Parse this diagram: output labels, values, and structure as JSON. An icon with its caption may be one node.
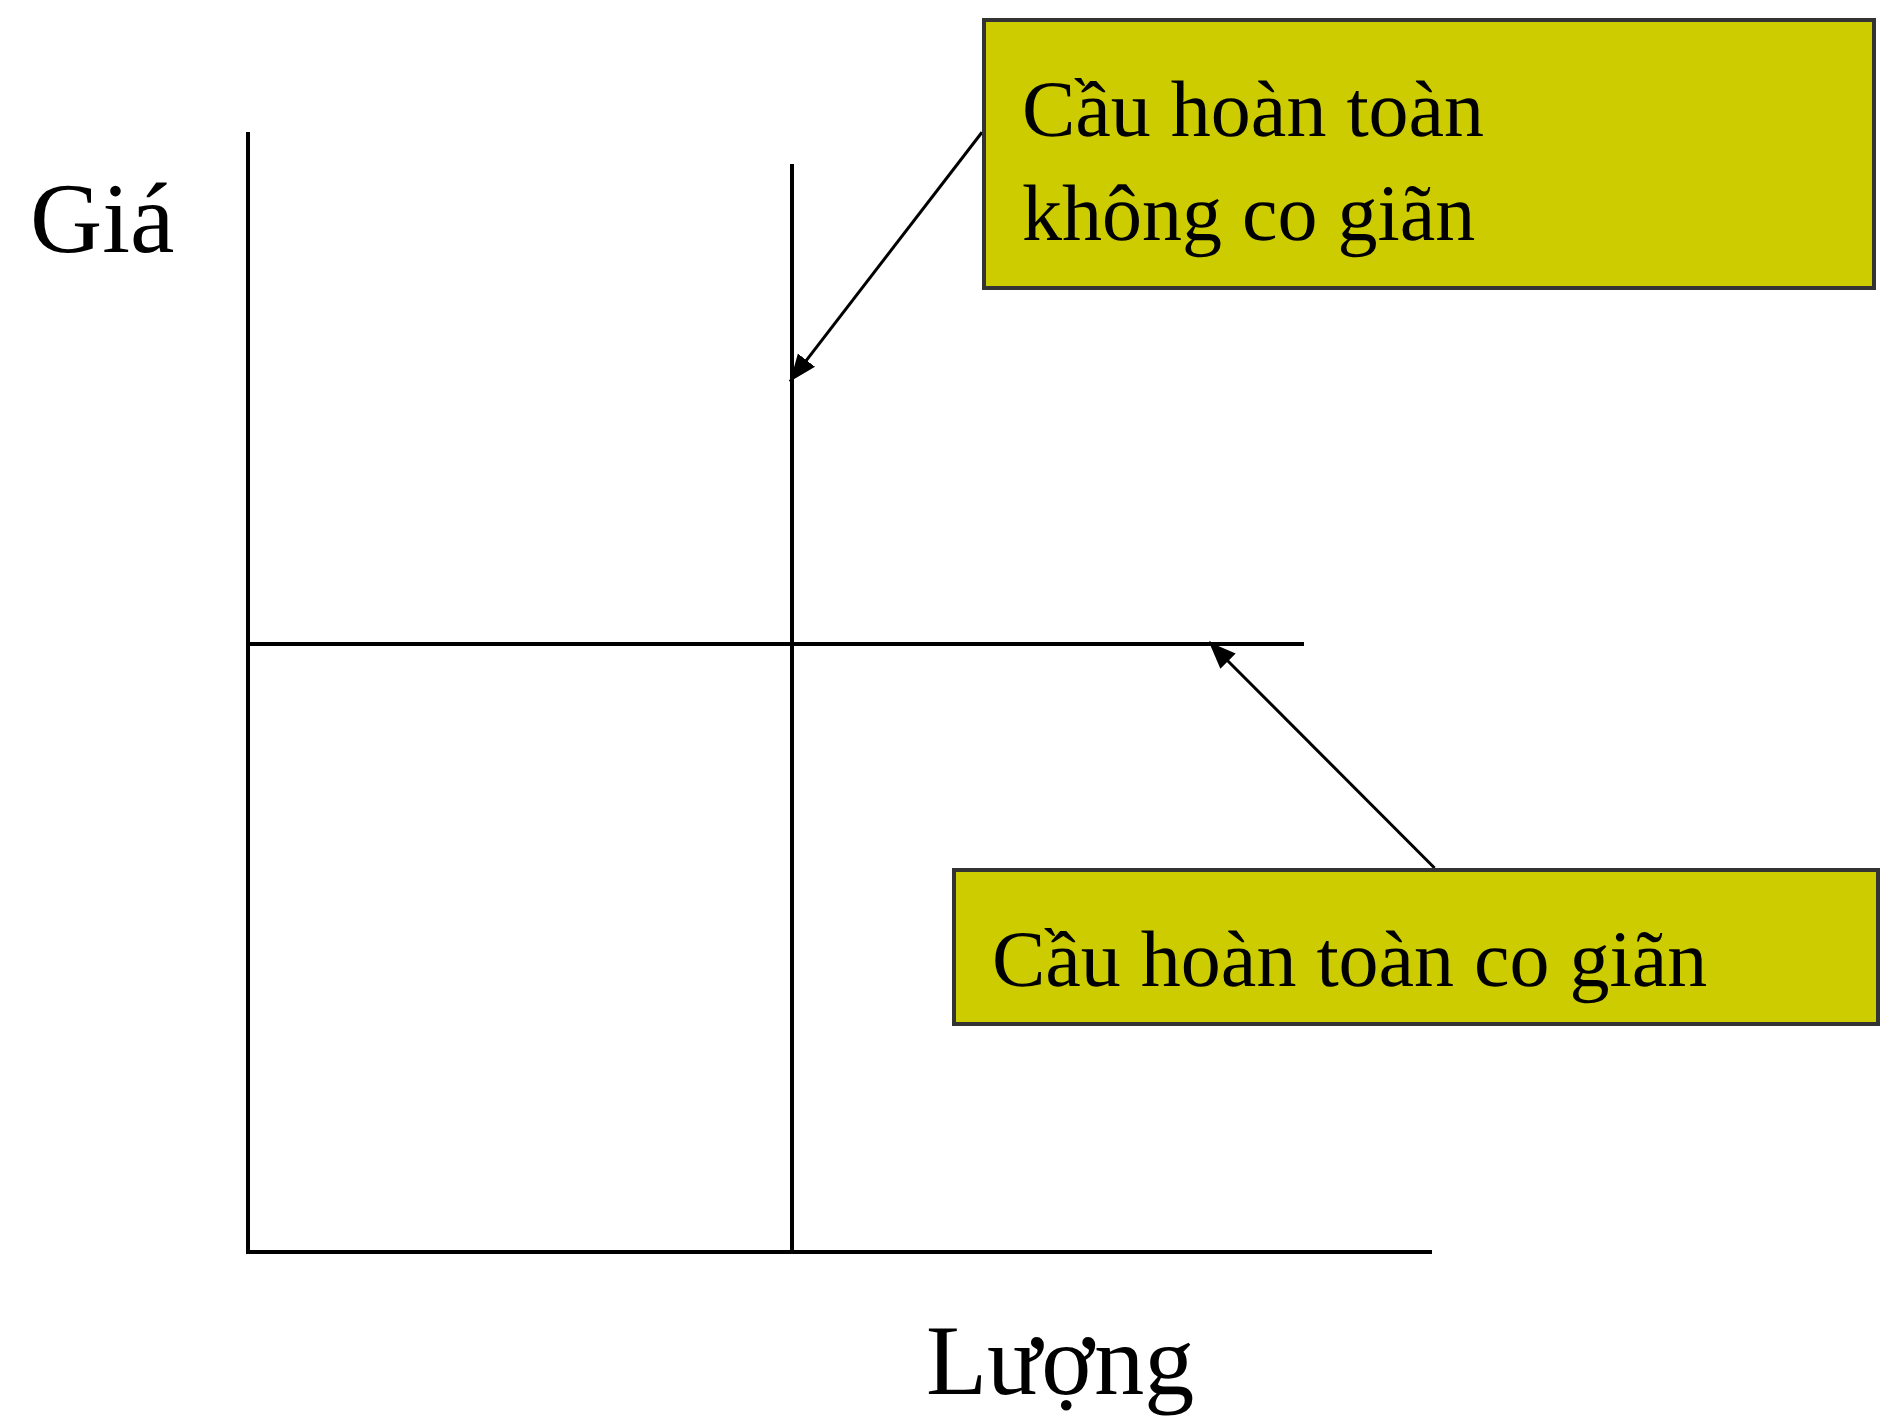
{
  "diagram": {
    "nodes": [
      {
        "text": [
          "Cầu hoàn toàn không co giãn"
        ]
      },
      {
        "text": [],
        "shape": "line"
      },
      {
        "text": [],
        "shape": "line"
      },
      {
        "text": [
          "Cầu hoàn toàn co giãn"
        ]
      }
    ],
    "edges": [
      {
        "from": 0,
        "to": 1,
        "arrow": "to"
      },
      {
        "from": 3,
        "to": 2,
        "arrow": "to"
      }
    ],
    "labels": [
      "Giá",
      "Lượng"
    ]
  }
}
